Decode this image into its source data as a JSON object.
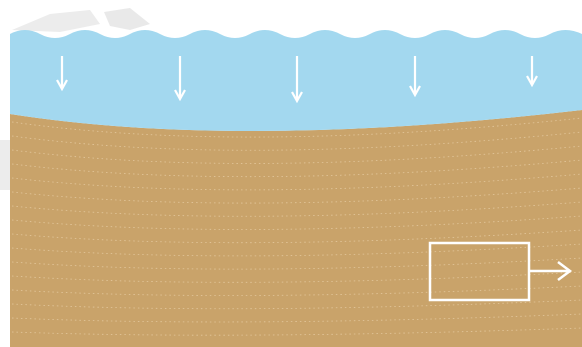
{
  "diagram": {
    "description_role": "cross-section",
    "colors": {
      "background": "#ffffff",
      "water": "#a3d8ef",
      "sediment": "#c9a36a",
      "sediment_lines": "#e3c79c",
      "arrows": "#ffffff",
      "box_outline": "#ffffff",
      "faded_shape": "#e6e6e6"
    },
    "downward_arrows_count": 5,
    "sediment_layer_lines": 16,
    "outflow_arrow_direction": "right"
  }
}
